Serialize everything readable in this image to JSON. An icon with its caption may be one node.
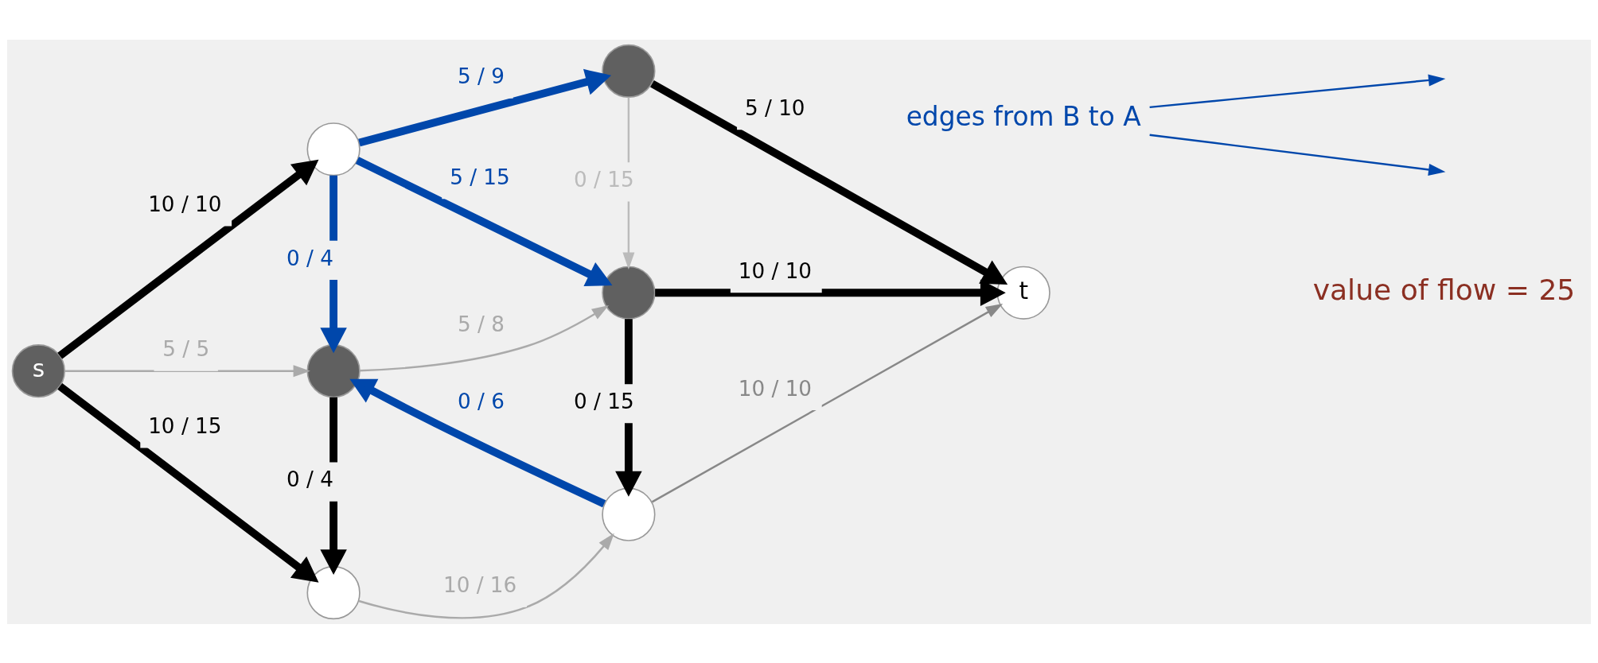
{
  "diagram": {
    "nodes": [
      {
        "text": [],
        "shape": "circle"
      },
      {
        "text": [],
        "shape": "circle"
      },
      {
        "text": [
          "s"
        ]
      },
      {
        "text": [],
        "shape": "circle"
      },
      {
        "text": [],
        "shape": "circle"
      },
      {
        "text": [
          "t"
        ]
      },
      {
        "text": [],
        "shape": "circle"
      },
      {
        "text": [],
        "shape": "circle"
      },
      {
        "text": [
          "edges from B to A"
        ]
      }
    ],
    "edges": [
      {
        "from": 2,
        "to": 0,
        "arrow": "to",
        "label": "10 / 10"
      },
      {
        "from": 2,
        "to": 3,
        "arrow": "to",
        "label": "5 / 5",
        "color": "#aaaaaa"
      },
      {
        "from": 2,
        "to": 6,
        "arrow": "to",
        "label": "10 / 15"
      },
      {
        "from": 0,
        "to": 1,
        "arrow": "to",
        "label": "5 / 9",
        "color": "#0047ab"
      },
      {
        "from": 0,
        "to": 3,
        "arrow": "to",
        "label": "0 / 4",
        "color": "#0047ab"
      },
      {
        "from": 0,
        "to": 4,
        "arrow": "to",
        "label": "5 / 15",
        "color": "#0047ab"
      },
      {
        "from": 1,
        "to": 4,
        "arrow": "to",
        "label": "0 / 15",
        "color": "#bbbbbb"
      },
      {
        "from": 1,
        "to": 5,
        "arrow": "to",
        "label": "5 / 10"
      },
      {
        "from": 3,
        "to": 4,
        "arrow": "to",
        "label": "5 / 8",
        "color": "#aaaaaa"
      },
      {
        "from": 3,
        "to": 6,
        "arrow": "to",
        "label": "0 / 4"
      },
      {
        "from": 7,
        "to": 3,
        "arrow": "to",
        "label": "0 / 6",
        "color": "#0047ab"
      },
      {
        "from": 4,
        "to": 5,
        "arrow": "to",
        "label": "10 / 10"
      },
      {
        "from": 4,
        "to": 7,
        "arrow": "to",
        "label": "0 / 15"
      },
      {
        "from": 6,
        "to": 7,
        "arrow": "to",
        "label": "10 / 16",
        "color": "#aaaaaa"
      },
      {
        "from": 7,
        "to": 5,
        "arrow": "to",
        "label": "10 / 10",
        "color": "#888888"
      },
      {
        "from": 8,
        "to": null,
        "arrow": "to",
        "color": "#0047ab"
      },
      {
        "from": 8,
        "to": null,
        "arrow": "to",
        "color": "#0047ab"
      }
    ],
    "labels": [
      "value of flow = 25"
    ]
  }
}
